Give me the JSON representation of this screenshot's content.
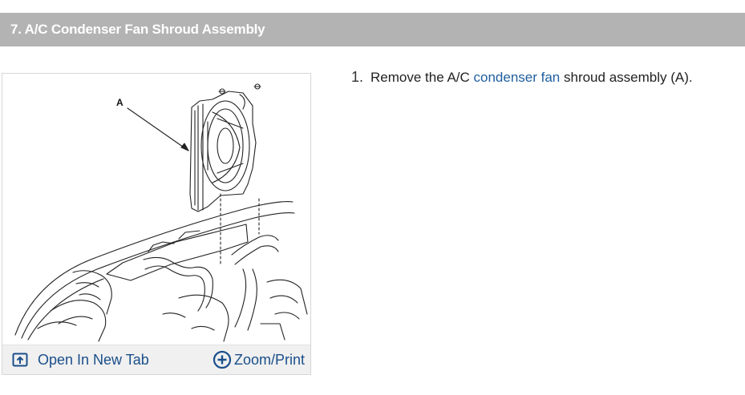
{
  "header": {
    "title": "7. A/C Condenser Fan Shroud Assembly"
  },
  "figure": {
    "callout_label": "A",
    "open_tab_label": "Open In New Tab",
    "zoom_label": "Zoom/Print",
    "icons": {
      "open_tab": "open-in-new-tab-icon",
      "zoom": "plus-circle-icon"
    },
    "accent_color": "#1a4f8b"
  },
  "steps": [
    {
      "number": "1.",
      "text_before": "Remove the A/C ",
      "link_text": "condenser fan",
      "text_after": " shroud assembly (A)."
    }
  ]
}
